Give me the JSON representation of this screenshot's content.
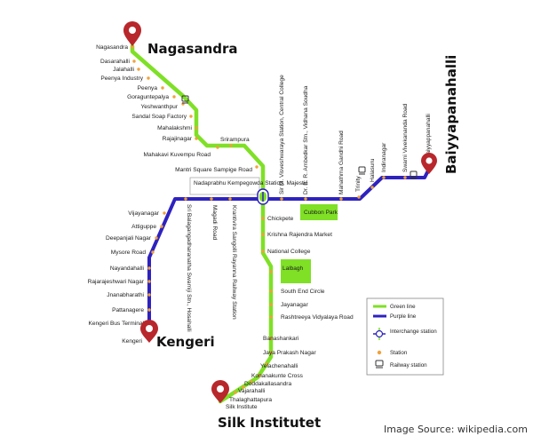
{
  "colors": {
    "green": "#7fe026",
    "purple": "#2e22bf",
    "station": "#f0a23a",
    "pin": "#b8272b",
    "park": "#7fe026"
  },
  "termini": {
    "nagasandra": "Nagasandra",
    "baiyyappanahalli": "Baiyyapanahalli",
    "kengeri": "Kengeri",
    "silk": "Silk Institutet"
  },
  "green_stations": [
    "Nagasandra",
    "Dasarahalli",
    "Jalahalli",
    "Peenya Industry",
    "Peenya",
    "Goraguntepalya",
    "Yeshwanthpur",
    "Sandal Soap Factory",
    "Mahalakshmi",
    "Rajajinagar",
    "Mahakavi Kuvempu Road",
    "Srirampura",
    "Mantri Square Sampige Road",
    "Chickpete",
    "Krishna Rajendra Market",
    "National College",
    "Lalbagh",
    "South End Circle",
    "Jayanagar",
    "Rashtreeya Vidyalaya Road",
    "Banashankari",
    "Jaya Prakash Nagar",
    "Yelachenahalli",
    "Konanakunte Cross",
    "Doddakallasandra",
    "Vajarahalli",
    "Thalaghattapura",
    "Silk Institute"
  ],
  "purple_stations_west": [
    "Vijayanagar",
    "Attiguppe",
    "Deepanjali Nagar",
    "Mysore Road",
    "Nayandahalli",
    "Rajarajeshwari Nagar",
    "Jnanabharathi",
    "Pattanagere",
    "Kengeri Bus Terminal",
    "Kengeri"
  ],
  "purple_stations_east": [
    "Sir M. Visveshwaraya Station, Central College",
    "Dr. B. R. Ambedkar Stn., Vidhana Soudha",
    "Cubbon Park",
    "Mahathma Gandhi Road",
    "Trinity",
    "Halasuru",
    "Indiranagar",
    "Swami Vivekananda Road",
    "Baiyyappanahalli"
  ],
  "purple_vertical_west": [
    "Sri Balagangadharanatha Swamiji Stn., Hosahalli",
    "Magadi Road",
    "Krantivira Sangolli Rayanna Railway Station"
  ],
  "interchange": "Nadaprabhu Kempegowda Station, Majestic",
  "legend": {
    "green": "Green line",
    "purple": "Purple line",
    "interchange": "Interchange station",
    "station": "Station",
    "railway": "Railway station"
  },
  "source": "Image Source: wikipedia.com"
}
